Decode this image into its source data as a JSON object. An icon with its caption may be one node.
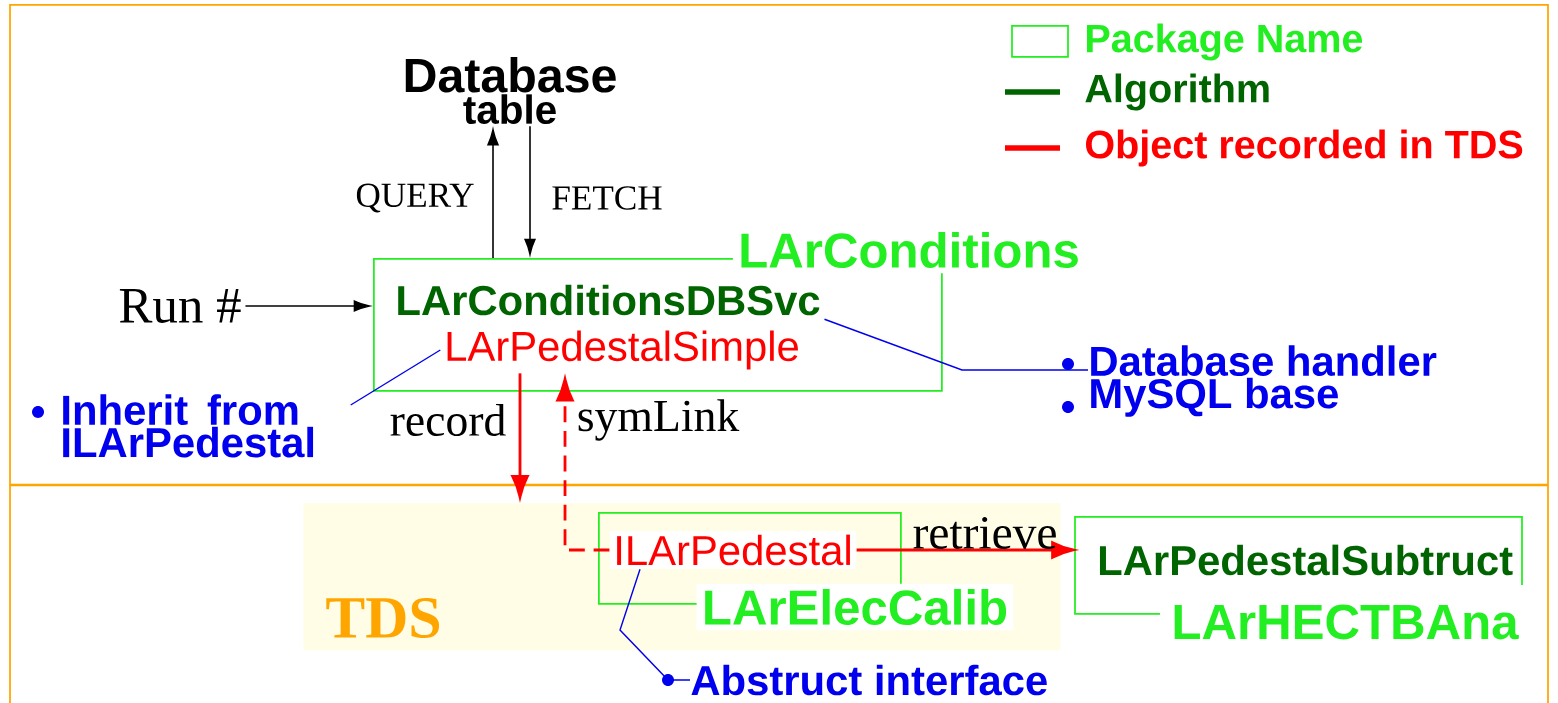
{
  "diagram": {
    "nodes": [
      {
        "text": [
          "Database",
          "table"
        ]
      },
      {
        "text": [
          "Run #"
        ]
      },
      {
        "text": [
          "LArConditions"
        ]
      },
      {
        "text": [
          "LArConditionsDBSvc"
        ],
        "in": 2
      },
      {
        "text": [
          "LArPedestalSimple"
        ],
        "in": 2
      },
      {
        "text": [
          "Database handler",
          "MySQL base"
        ]
      },
      {
        "text": [
          "Inherit from ILArPedestal"
        ]
      },
      {
        "text": [
          "TDS"
        ]
      },
      {
        "text": [
          "LArElecCalib"
        ],
        "in": 7
      },
      {
        "text": [
          "ILArPedestal"
        ],
        "in": 8
      },
      {
        "text": [
          "LArHECTBAna"
        ]
      },
      {
        "text": [
          "LArPedestalSubtruct"
        ],
        "in": 10
      },
      {
        "text": [
          "Abstruct interface"
        ]
      }
    ],
    "edges": [
      {
        "from": 2,
        "to": 0,
        "arrow": "to",
        "label": "QUERY"
      },
      {
        "from": 0,
        "to": 2,
        "arrow": "to",
        "label": "FETCH"
      },
      {
        "from": 1,
        "to": 2,
        "arrow": "to"
      },
      {
        "from": 4,
        "to": 7,
        "arrow": "to",
        "label": "record",
        "color": "#ff0000"
      },
      {
        "from": 9,
        "to": 4,
        "arrow": "to",
        "label": "symLink",
        "style": "dashed",
        "color": "#ff0000"
      },
      {
        "from": 9,
        "to": 11,
        "arrow": "to",
        "label": "retrieve",
        "color": "#ff0000"
      },
      {
        "from": 5,
        "to": 3,
        "arrow": "none",
        "color": "#0000ee"
      },
      {
        "from": 6,
        "to": 4,
        "arrow": "none",
        "color": "#0000ee"
      },
      {
        "from": 12,
        "to": 9,
        "arrow": "none",
        "color": "#0000ee"
      }
    ],
    "legend": [
      {
        "text": "Package Name"
      },
      {
        "text": "Algorithm"
      },
      {
        "text": "Object recorded in TDS"
      }
    ]
  }
}
